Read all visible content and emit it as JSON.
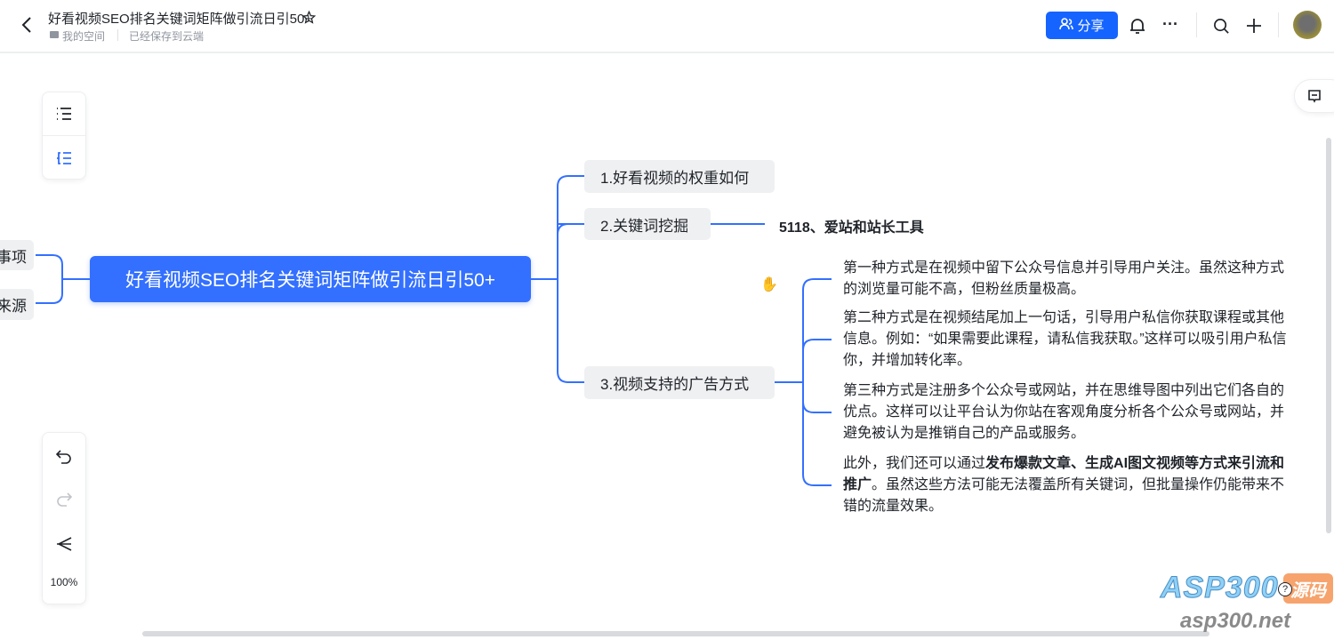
{
  "header": {
    "title": "好看视频SEO排名关键词矩阵做引流日引50+",
    "location": "我的空间",
    "save_status": "已经保存到云端",
    "share_label": "分享"
  },
  "toolbar": {
    "zoom": "100%"
  },
  "mindmap": {
    "central": "好看视频SEO排名关键词矩阵做引流日引50+",
    "left_nodes": [
      "事项",
      "来源"
    ],
    "branches": [
      {
        "label": "1.好看视频的权重如何"
      },
      {
        "label": "2.关键词挖掘",
        "child": "5118、爱站和站长工具"
      },
      {
        "label": "3.视频支持的广告方式",
        "children": [
          {
            "text": "第一种方式是在视频中留下公众号信息并引导用户关注。虽然这种方式的浏览量可能不高，但粉丝质量极高。"
          },
          {
            "text": "第二种方式是在视频结尾加上一句话，引导用户私信你获取课程或其他信息。例如：“如果需要此课程，请私信我获取。”这样可以吸引用户私信你，并增加转化率。"
          },
          {
            "text": "第三种方式是注册多个公众号或网站，并在思维导图中列出它们各自的优点。这样可以让平台认为你站在客观角度分析各个公众号或网站，并避免被认为是推销自己的产品或服务。"
          },
          {
            "pre": "此外，我们还可以通过",
            "bold": "发布爆款文章、生成AI图文视频等方式来引流和推广",
            "post": "。虽然这些方法可能无法覆盖所有关键词，但批量操作仍能带来不错的流量效果。"
          }
        ]
      }
    ]
  },
  "watermark": {
    "brand": "ASP300",
    "tag": "源码",
    "url": "asp300.net"
  },
  "colors": {
    "accent": "#3370ff",
    "share": "#1664ff",
    "line": "#3370ff"
  }
}
